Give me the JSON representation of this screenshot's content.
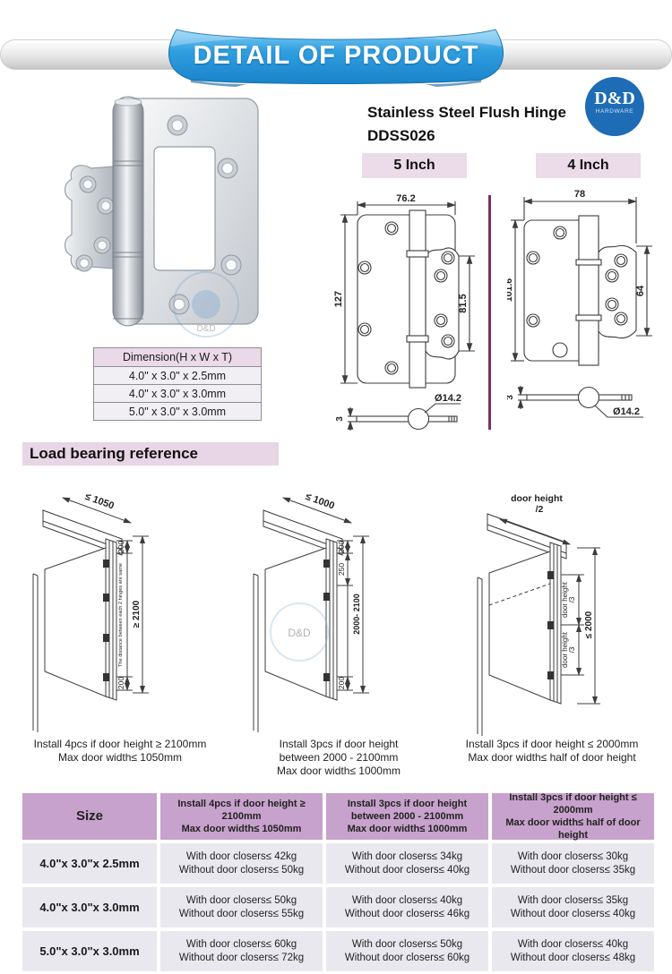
{
  "header": {
    "banner": "DETAIL OF PRODUCT"
  },
  "product": {
    "title_line1": "Stainless Steel Flush Hinge",
    "title_line2": "DDSS026",
    "logo_top": "D&D",
    "logo_bottom": "HARDWARE",
    "watermark": "D&D"
  },
  "drawings": {
    "left_label": "5 Inch",
    "right_label": "4 Inch",
    "five": {
      "width": "76.2",
      "height": "127",
      "wing": "81.5",
      "thickness": "3",
      "pin": "Ø14.2"
    },
    "four": {
      "width": "78",
      "height": "101.6",
      "wing": "64",
      "thickness": "3",
      "pin": "Ø14.2"
    }
  },
  "dimension_table": {
    "header": "Dimension(H x W x T)",
    "rows": [
      "4.0\" x 3.0\" x 2.5mm",
      "4.0\" x 3.0\" x 3.0mm",
      "5.0\" x 3.0\" x 3.0mm"
    ]
  },
  "load_bearing": {
    "heading": "Load bearing reference",
    "d1": {
      "top": "≤ 1050",
      "seg_top": "200",
      "note": "The distance between each 2 hinges are same",
      "span": "≥ 2100",
      "seg_bottom": "200",
      "caption1": "Install 4pcs if door height ≥ 2100mm",
      "caption2": "Max door width≤ 1050mm"
    },
    "d2": {
      "top": "≤ 1000",
      "seg_top": "200",
      "seg2": "250",
      "span": "2000- 2100",
      "seg_bottom": "200",
      "caption1": "Install 3pcs if door height",
      "caption2": "between 2000 - 2100mm",
      "caption3": "Max door width≤ 1000mm"
    },
    "d3": {
      "top1": "door height",
      "top2": "/2",
      "seg1a": "door height",
      "seg1b": "/3",
      "seg2a": "door height",
      "seg2b": "/3",
      "span": "≤ 2000",
      "caption1": "Install 3pcs if door height ≤ 2000mm",
      "caption2": "Max door width≤ half of door height"
    }
  },
  "spec_table": {
    "col1_header": "Size",
    "col2_header_l1": "Install 4pcs if door height ≥ 2100mm",
    "col2_header_l2": "Max door width≤ 1050mm",
    "col3_header_l1": "Install 3pcs if door height",
    "col3_header_l2": "between 2000 - 2100mm",
    "col3_header_l3": "Max door width≤ 1000mm",
    "col4_header_l1": "Install 3pcs if door height ≤ 2000mm",
    "col4_header_l2": "Max door width≤ half of door height",
    "rows": [
      {
        "size": "4.0\"x 3.0\"x 2.5mm",
        "c2a": "With door closers≤ 42kg",
        "c2b": "Without door closers≤ 50kg",
        "c3a": "With door closers≤ 34kg",
        "c3b": "Without door closers≤ 40kg",
        "c4a": "With door closers≤ 30kg",
        "c4b": "Without door closers≤ 35kg"
      },
      {
        "size": "4.0\"x 3.0\"x 3.0mm",
        "c2a": "With door closers≤ 50kg",
        "c2b": "Without door closers≤ 55kg",
        "c3a": "With door closers≤ 40kg",
        "c3b": "Without door closers≤ 46kg",
        "c4a": "With door closers≤ 35kg",
        "c4b": "Without door closers≤ 40kg"
      },
      {
        "size": "5.0\"x 3.0\"x 3.0mm",
        "c2a": "With door closers≤ 60kg",
        "c2b": "Without door closers≤ 72kg",
        "c3a": "With door closers≤ 50kg",
        "c3b": "Without door closers≤ 60kg",
        "c4a": "With door closers≤ 40kg",
        "c4b": "Without door closers≤ 48kg"
      }
    ]
  },
  "colors": {
    "banner_blue": "#2b9ade",
    "logo_blue": "#1d6cb5",
    "label_pink": "#ecdbe9",
    "table_header_purple": "#c7a2cc",
    "table_row_lavender": "#e9e8ef",
    "divider_purple": "#7e2f60"
  }
}
